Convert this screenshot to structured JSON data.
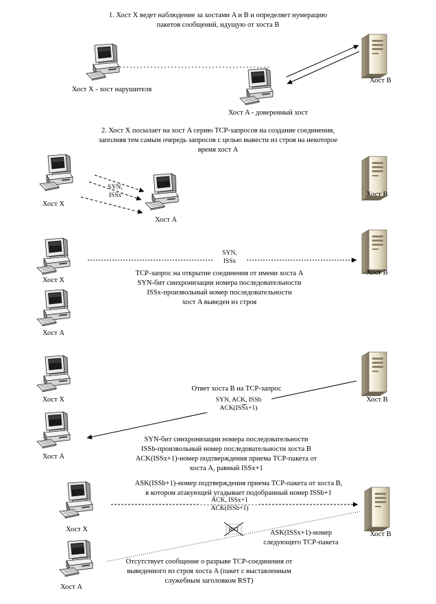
{
  "steps": {
    "s1": {
      "line1": "1. Хост X ведет наблюдение за хостами A и B и определяет нумерацию",
      "line2": "пакетов сообщений, идущую от хоста B"
    },
    "s2": {
      "line1": "2. Хост X посылает на хост A серию TCP-запросов на создание соединения,",
      "line2": "заполняя тем самым очередь запросов с целью вывести из строя на некоторое",
      "line3": "время хост A"
    },
    "s3": {
      "line1": "TCP-запрос на открытие соединения от имени хоста A",
      "line2": "SYN-бит синхронизации номера последовательности",
      "line3": "ISSx-произвольный номер последовательности",
      "line4": "хост A выведен из строя"
    },
    "s4": {
      "title": "Ответ хоста B на TCP-запрос",
      "line1": "SYN-бит синхронизации номера последовательности",
      "line2": "ISSb-произвольный номер последовательности хоста B",
      "line3": "ACK(ISSx+1)-номер подтверждения приема TCP-пакета от",
      "line4": "хоста A, равный ISSx+1"
    },
    "s5": {
      "line1": "ASK(ISSb+1)-номер подтверждения приема TCP-пакета от хоста B,",
      "line2": "в котором атакующей угадывает подобранный номер ISSb+1",
      "rst_note1": "ASK(ISSx+1)-номер",
      "rst_note2": "следующего TCP-пакета",
      "absent1": "Отсутствует сообщение о разрыве TCP-соединения от",
      "absent2": "выведенного из строя хоста A (пакет с выставленным",
      "absent3": "служебным заголовком RST)"
    }
  },
  "hosts": {
    "x_attacker": "Хост X - хост нарушителя",
    "b": "Хост B",
    "a_trusted": "Хост A - доверенный хост",
    "x": "Хост X",
    "a": "Хост A"
  },
  "packets": {
    "syn_issx_1": "SYN,",
    "syn_issx_2": "ISSx",
    "synack_1": "SYN, ACK, ISSb",
    "synack_2": "ACK(ISSx+1)",
    "ack_1": "ACK, ISSx+1",
    "ack_2": "ACK(ISSb+1)",
    "rst": "RST"
  }
}
